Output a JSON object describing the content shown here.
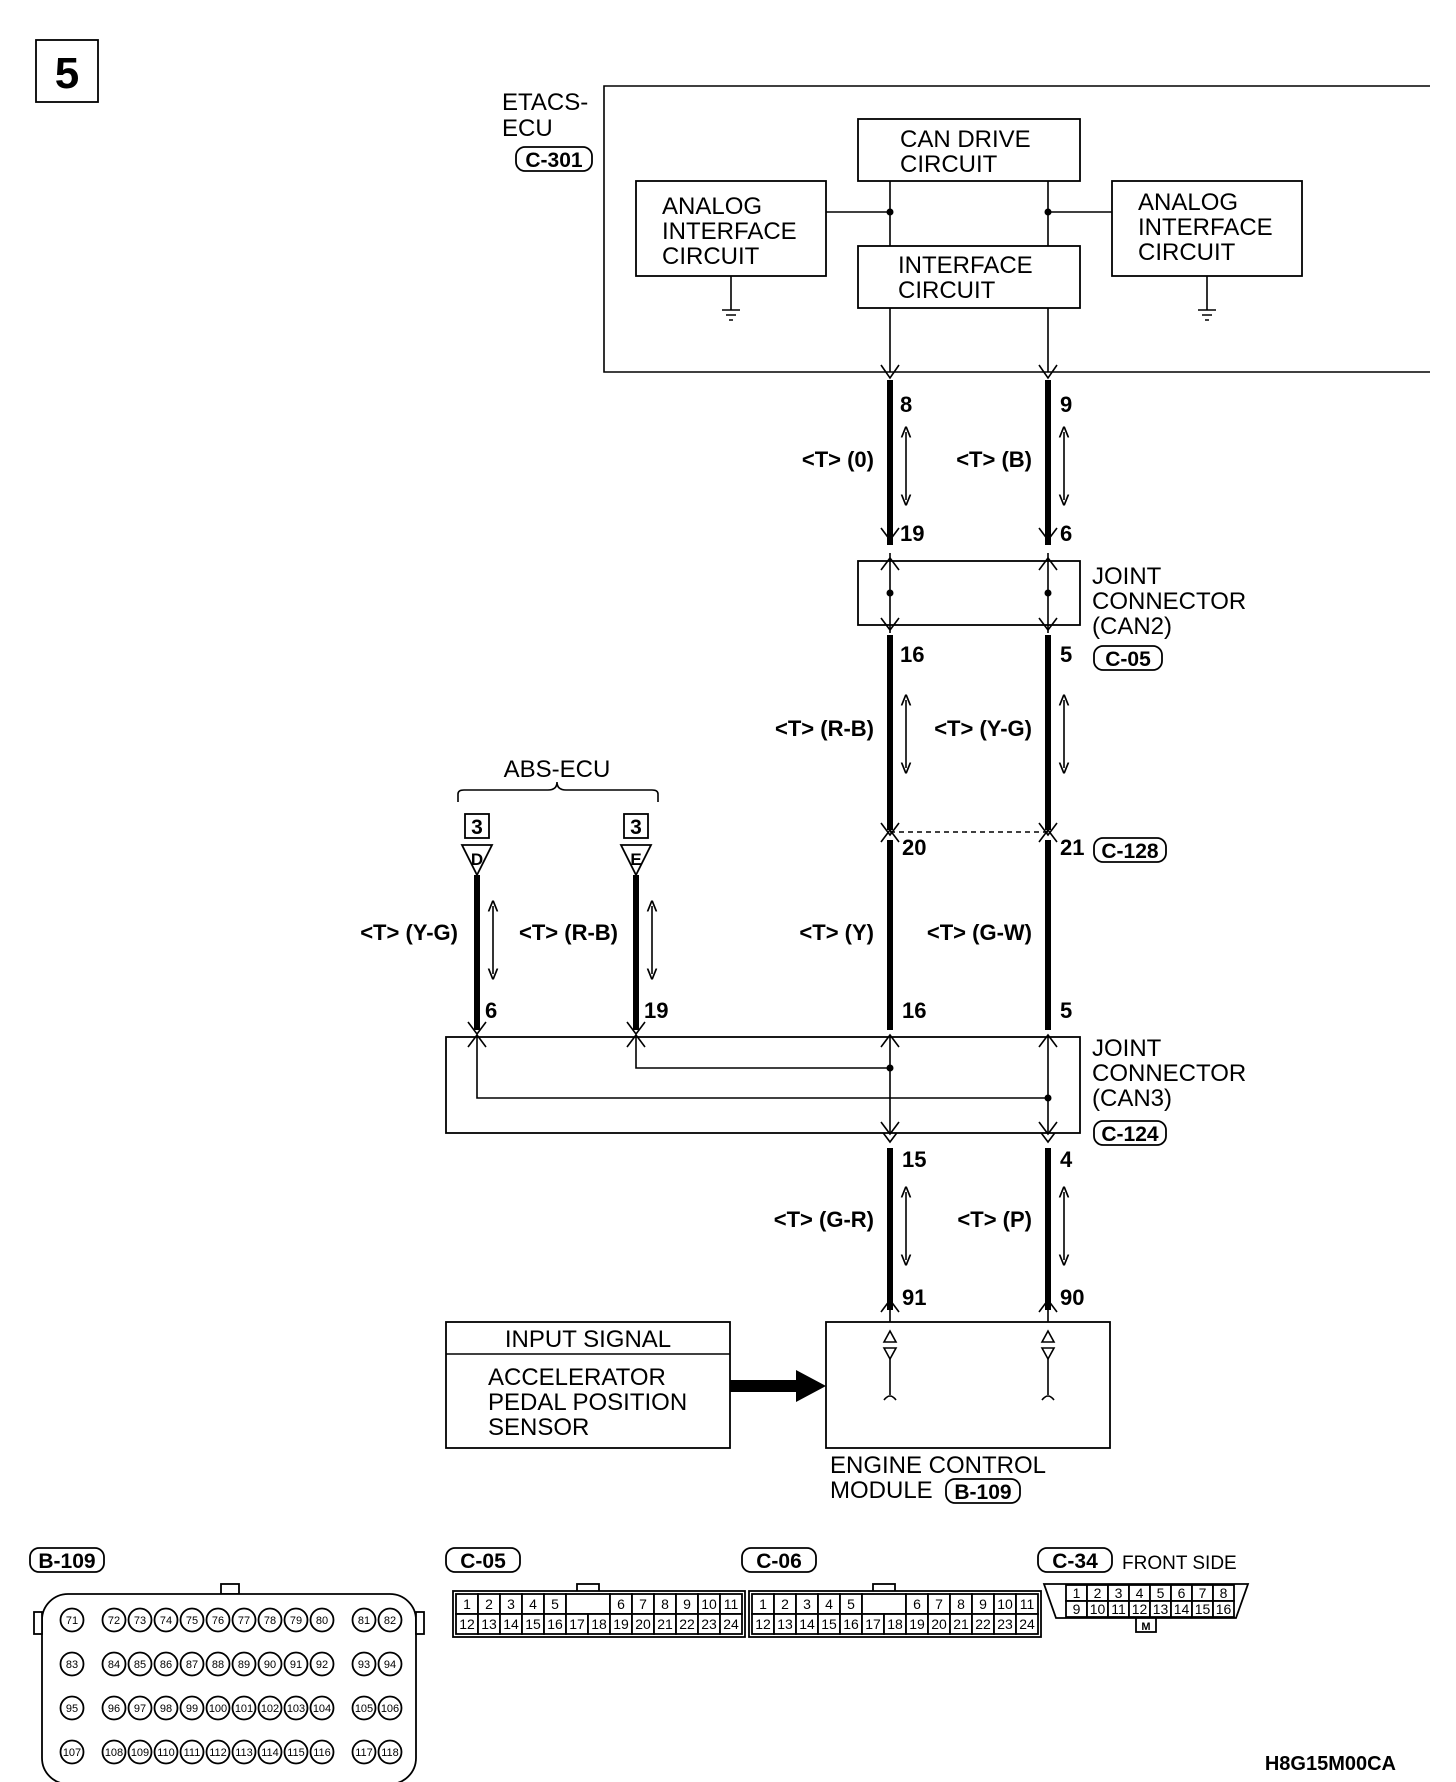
{
  "section_number": "5",
  "figure_code": "H8G15M00CA",
  "etacs": {
    "name_line1": "ETACS-",
    "name_line2": "ECU",
    "connector": "C-301",
    "can_drive_line1": "CAN DRIVE",
    "can_drive_line2": "CIRCUIT",
    "interface_line1": "INTERFACE",
    "interface_line2": "CIRCUIT",
    "analog_line1": "ANALOG",
    "analog_line2": "INTERFACE",
    "analog_line3": "CIRCUIT"
  },
  "can_segments": {
    "seg1": {
      "pin_top_left": "8",
      "pin_top_right": "9",
      "pin_bot_left": "19",
      "pin_bot_right": "6",
      "wire_left": "<T> (0)",
      "wire_right": "<T> (B)"
    },
    "seg2": {
      "pin_top_left": "16",
      "pin_top_right": "5",
      "wire_left": "<T> (R-B)",
      "wire_right": "<T> (Y-G)"
    },
    "seg3": {
      "pin_top_left": "20",
      "pin_top_right": "21",
      "connector": "C-128",
      "wire_left": "<T> (Y)",
      "wire_right": "<T> (G-W)"
    },
    "seg4": {
      "pin_top_left": "16",
      "pin_top_right": "5"
    },
    "seg5": {
      "pin_top_left": "15",
      "pin_top_right": "4",
      "pin_bot_left": "91",
      "pin_bot_right": "90",
      "wire_left": "<T> (G-R)",
      "wire_right": "<T> (P)"
    }
  },
  "joint_can2": {
    "line1": "JOINT",
    "line2": "CONNECTOR",
    "line3": "(CAN2)",
    "connector": "C-05"
  },
  "joint_can3": {
    "line1": "JOINT",
    "line2": "CONNECTOR",
    "line3": "(CAN3)",
    "connector": "C-124"
  },
  "abs": {
    "name": "ABS-ECU",
    "ref_left": "3",
    "ref_left_letter": "D",
    "ref_right": "3",
    "ref_right_letter": "E",
    "wire_left": "<T> (Y-G)",
    "wire_right": "<T> (R-B)",
    "pin_left": "6",
    "pin_right": "19"
  },
  "input_signal": {
    "header": "INPUT SIGNAL",
    "line1": "ACCELERATOR",
    "line2": "PEDAL POSITION",
    "line3": "SENSOR"
  },
  "ecm": {
    "line1": "ENGINE CONTROL",
    "line2": "MODULE",
    "connector": "B-109"
  },
  "connector_views": {
    "b109": {
      "label": "B-109",
      "rows": [
        [
          "71",
          "72",
          "73",
          "74",
          "75",
          "76",
          "77",
          "78",
          "79",
          "80",
          "81",
          "82"
        ],
        [
          "83",
          "84",
          "85",
          "86",
          "87",
          "88",
          "89",
          "90",
          "91",
          "92",
          "93",
          "94"
        ],
        [
          "95",
          "96",
          "97",
          "98",
          "99",
          "100",
          "101",
          "102",
          "103",
          "104",
          "105",
          "106"
        ],
        [
          "107",
          "108",
          "109",
          "110",
          "111",
          "112",
          "113",
          "114",
          "115",
          "116",
          "117",
          "118"
        ]
      ]
    },
    "c05": {
      "label": "C-05",
      "top": [
        "1",
        "2",
        "3",
        "4",
        "5",
        "",
        "6",
        "7",
        "8",
        "9",
        "10",
        "11"
      ],
      "bottom": [
        "12",
        "13",
        "14",
        "15",
        "16",
        "17",
        "18",
        "19",
        "20",
        "21",
        "22",
        "23",
        "24"
      ]
    },
    "c06": {
      "label": "C-06",
      "top": [
        "1",
        "2",
        "3",
        "4",
        "5",
        "",
        "6",
        "7",
        "8",
        "9",
        "10",
        "11"
      ],
      "bottom": [
        "12",
        "13",
        "14",
        "15",
        "16",
        "17",
        "18",
        "19",
        "20",
        "21",
        "22",
        "23",
        "24"
      ]
    },
    "c34": {
      "label": "C-34",
      "note": "FRONT SIDE",
      "top": [
        "1",
        "2",
        "3",
        "4",
        "5",
        "6",
        "7",
        "8"
      ],
      "bottom": [
        "9",
        "10",
        "11",
        "12",
        "13",
        "14",
        "15",
        "16"
      ],
      "mark": "M"
    }
  }
}
